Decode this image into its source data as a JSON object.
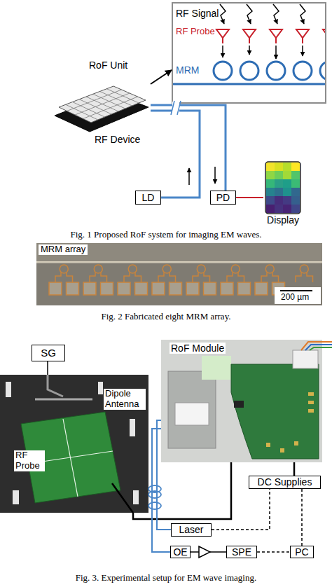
{
  "diagram": {
    "nodes": [
      {
        "text": [
          "RF Signal",
          "RF Probe",
          "MRM"
        ]
      },
      {
        "text": [
          "RoF Unit",
          "RF Device"
        ]
      },
      {
        "text": [
          "LD"
        ]
      },
      {
        "text": [
          "PD"
        ]
      },
      {
        "text": [
          "Display"
        ]
      },
      {
        "text": [
          "SG"
        ]
      },
      {
        "text": [
          "Dipole Antenna",
          "RF Probe"
        ]
      },
      {
        "text": [
          "RoF Module"
        ]
      },
      {
        "text": [
          "DC Supplies"
        ]
      },
      {
        "text": [
          "Laser"
        ]
      },
      {
        "text": [
          "OE"
        ]
      },
      {
        "text": [
          "SPE"
        ]
      },
      {
        "text": [
          "PC"
        ]
      }
    ],
    "edges": [
      {
        "from": 1,
        "to": 0,
        "arrow": "to"
      },
      {
        "from": 2,
        "to": 1,
        "arrow": "none"
      },
      {
        "from": 1,
        "to": 3,
        "arrow": "none"
      },
      {
        "from": 3,
        "to": 4,
        "arrow": "none"
      },
      {
        "from": 5,
        "to": 6,
        "arrow": "none"
      },
      {
        "from": 6,
        "to": 7,
        "arrow": "none"
      },
      {
        "from": 7,
        "to": 8,
        "arrow": "none"
      },
      {
        "from": 9,
        "to": 7,
        "arrow": "none"
      },
      {
        "from": 7,
        "to": 10,
        "arrow": "none"
      },
      {
        "from": 10,
        "to": 11,
        "arrow": "none"
      },
      {
        "from": 11,
        "to": 12,
        "arrow": "none"
      },
      {
        "from": 9,
        "to": 8,
        "arrow": "none"
      },
      {
        "from": 12,
        "to": 8,
        "arrow": "none"
      }
    ],
    "labels": [
      "Fig. 1 Proposed RoF system for imaging EM waves.",
      "MRM array",
      "200 µm",
      "Fig. 2 Fabricated eight MRM array.",
      "Fig. 3. Experimental setup for EM wave imaging."
    ]
  }
}
